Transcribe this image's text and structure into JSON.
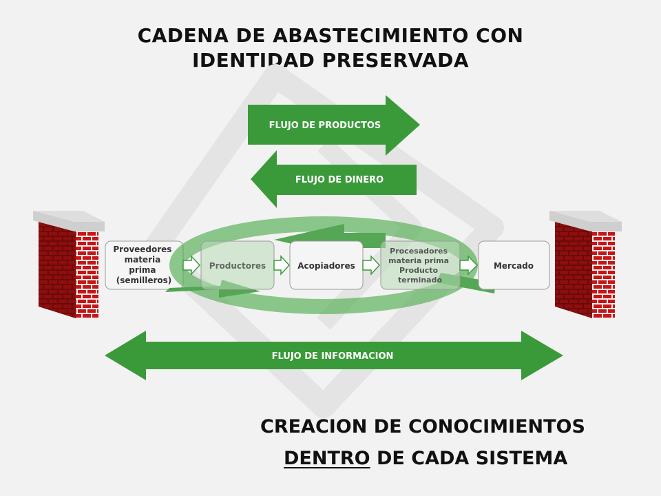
{
  "title": {
    "line1": "CADENA DE ABASTECIMIENTO CON",
    "line2": "IDENTIDAD PRESERVADA"
  },
  "flows": {
    "productos": "FLUJO DE PRODUCTOS",
    "dinero": "FLUJO DE DINERO",
    "informacion": "FLUJO DE INFORMACION"
  },
  "stages": [
    {
      "lines": [
        "Proveedores",
        "materia",
        "prima",
        "(semilleros)"
      ]
    },
    {
      "lines": [
        "Productores"
      ]
    },
    {
      "lines": [
        "Acopiadores"
      ]
    },
    {
      "lines": [
        "Procesadores",
        "materia prima",
        "Producto",
        "terminado"
      ]
    },
    {
      "lines": [
        "Mercado"
      ]
    }
  ],
  "footer": {
    "line1": "CREACION DE CONOCIMIENTOS",
    "line2_underlined": "DENTRO",
    "line2_rest": " DE CADA SISTEMA"
  },
  "colors": {
    "arrow_green": "#3a9a3a",
    "cycle_green": "#4fae4f",
    "brick_red": "#c81414",
    "wall_cap": "#cfcfcf",
    "watermark": "#e6e6e6"
  }
}
